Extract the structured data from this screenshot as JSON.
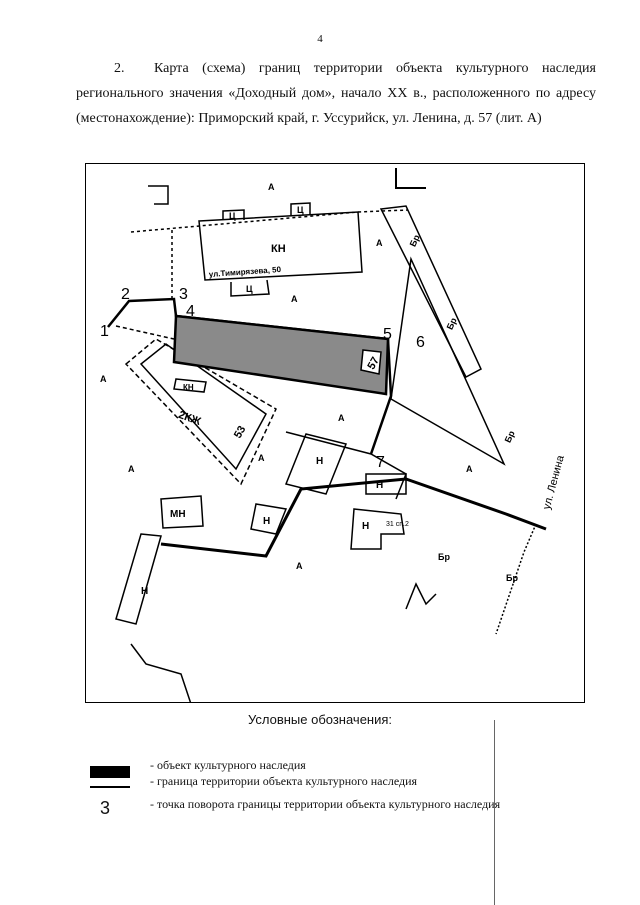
{
  "page": {
    "number": "4"
  },
  "heading": {
    "item_number": "2.",
    "text": "Карта (схема) границ территории объекта культурного наследия регионального значения «Доходный дом», начало XX в., расположенного по адресу (местонахождение): Приморский край, г. Уссурийск, ул. Ленина, д. 57 (лит. А)"
  },
  "map": {
    "zone_labels": {
      "a": "А",
      "br": "Бр",
      "n": "Н",
      "mn": "МН",
      "kn": "КН",
      "kzh2": "2КЖ",
      "ts": "Ц"
    },
    "street_label": "ул. Ленина",
    "address_label": "ул.Тимирязева, 50",
    "small_label": "31 сп.2",
    "house_numbers": [
      "57",
      "53"
    ],
    "point_numbers": [
      "1",
      "2",
      "3",
      "4",
      "5",
      "6",
      "7"
    ]
  },
  "legend": {
    "title": "Условные обозначения:",
    "object": "- объект культурного наследия",
    "boundary": "- граница территории объекта культурного наследия",
    "point_symbol": "3",
    "point": "- точка поворота границы территории объекта культурного наследия"
  }
}
